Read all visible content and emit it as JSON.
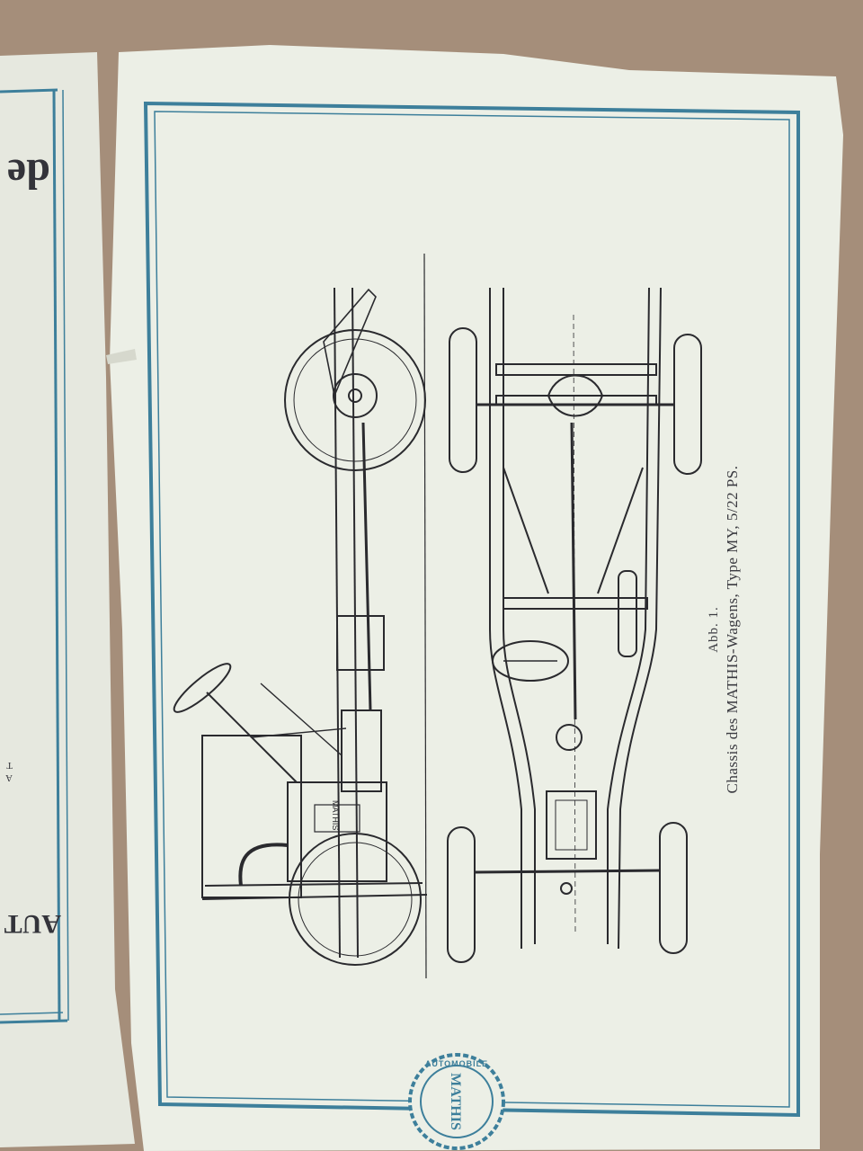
{
  "document": {
    "left_page": {
      "fragment_large": "de",
      "fragment_bottom": "AUT",
      "fragment_small_1": "A",
      "fragment_small_2": "T"
    },
    "right_page": {
      "caption_abb": "Abb. 1.",
      "caption_title": "Chassis des MATHIS-Wagens, Type MY, 5/22 PS.",
      "seal_text": "AUTOMOBILE",
      "seal_monogram": "MATHIS",
      "engine_plate": "MATHIS"
    }
  },
  "colors": {
    "background": "#a58e7a",
    "paper": "#ecefe6",
    "border_blue": "#3d7f9b",
    "ink": "#2a2a2e"
  }
}
